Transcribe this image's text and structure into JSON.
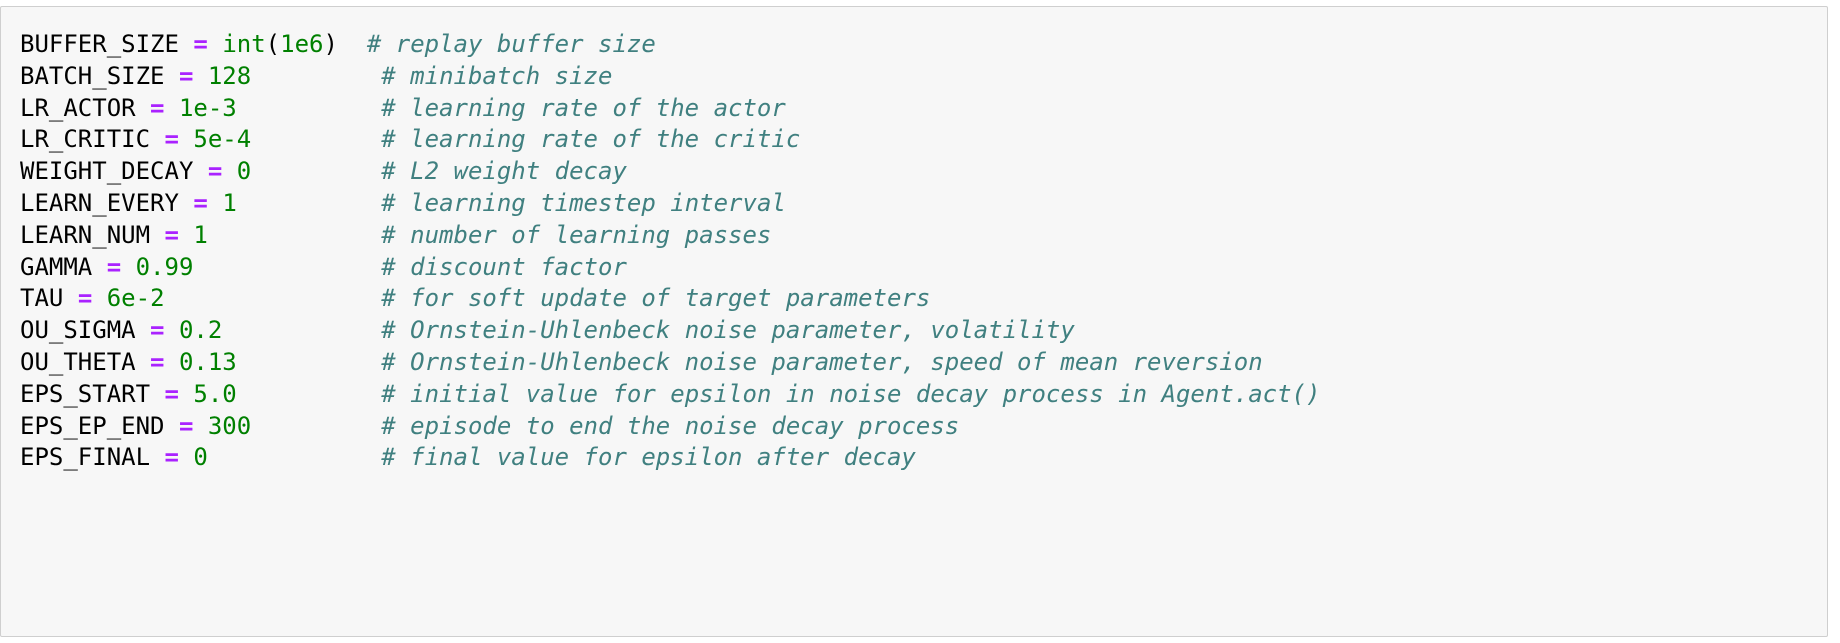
{
  "code_lines": [
    {
      "name": "BUFFER_SIZE",
      "op": "=",
      "fn": "int",
      "open": "(",
      "value": "1e6",
      "close": ")",
      "pad": "  ",
      "comment": "# replay buffer size"
    },
    {
      "name": "BATCH_SIZE",
      "op": "=",
      "fn": "",
      "open": "",
      "value": "128",
      "close": "",
      "pad": "         ",
      "comment": "# minibatch size"
    },
    {
      "name": "LR_ACTOR",
      "op": "=",
      "fn": "",
      "open": "",
      "value": "1e-3",
      "close": "",
      "pad": "          ",
      "comment": "# learning rate of the actor"
    },
    {
      "name": "LR_CRITIC",
      "op": "=",
      "fn": "",
      "open": "",
      "value": "5e-4",
      "close": "",
      "pad": "         ",
      "comment": "# learning rate of the critic"
    },
    {
      "name": "WEIGHT_DECAY",
      "op": "=",
      "fn": "",
      "open": "",
      "value": "0",
      "close": "",
      "pad": "         ",
      "comment": "# L2 weight decay"
    },
    {
      "name": "LEARN_EVERY",
      "op": "=",
      "fn": "",
      "open": "",
      "value": "1",
      "close": "",
      "pad": "          ",
      "comment": "# learning timestep interval"
    },
    {
      "name": "LEARN_NUM",
      "op": "=",
      "fn": "",
      "open": "",
      "value": "1",
      "close": "",
      "pad": "            ",
      "comment": "# number of learning passes"
    },
    {
      "name": "GAMMA",
      "op": "=",
      "fn": "",
      "open": "",
      "value": "0.99",
      "close": "",
      "pad": "             ",
      "comment": "# discount factor"
    },
    {
      "name": "TAU",
      "op": "=",
      "fn": "",
      "open": "",
      "value": "6e-2",
      "close": "",
      "pad": "               ",
      "comment": "# for soft update of target parameters"
    },
    {
      "name": "OU_SIGMA",
      "op": "=",
      "fn": "",
      "open": "",
      "value": "0.2",
      "close": "",
      "pad": "           ",
      "comment": "# Ornstein-Uhlenbeck noise parameter, volatility"
    },
    {
      "name": "OU_THETA",
      "op": "=",
      "fn": "",
      "open": "",
      "value": "0.13",
      "close": "",
      "pad": "          ",
      "comment": "# Ornstein-Uhlenbeck noise parameter, speed of mean reversion"
    },
    {
      "name": "EPS_START",
      "op": "=",
      "fn": "",
      "open": "",
      "value": "5.0",
      "close": "",
      "pad": "          ",
      "comment": "# initial value for epsilon in noise decay process in Agent.act()"
    },
    {
      "name": "EPS_EP_END",
      "op": "=",
      "fn": "",
      "open": "",
      "value": "300",
      "close": "",
      "pad": "         ",
      "comment": "# episode to end the noise decay process"
    },
    {
      "name": "EPS_FINAL",
      "op": "=",
      "fn": "",
      "open": "",
      "value": "0",
      "close": "",
      "pad": "            ",
      "comment": "# final value for epsilon after decay"
    }
  ],
  "colors": {
    "background": "#f7f7f7",
    "border": "#cfcfcf",
    "operator": "#aa22ff",
    "number": "#008000",
    "builtin": "#008000",
    "comment": "#408080"
  }
}
